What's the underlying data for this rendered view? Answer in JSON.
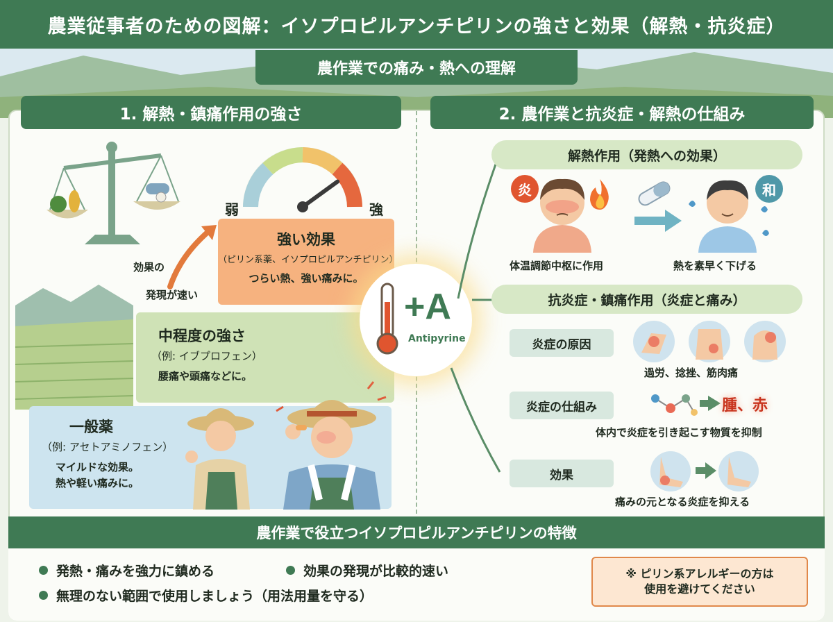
{
  "title": "農業従事者のための図解：イソプロピルアンチピリンの強さと効果（解熱・抗炎症）",
  "subtitle": "農作業での痛み・熱への理解",
  "section1": {
    "heading": "1. 解熱・鎮痛作用の強さ",
    "gauge": {
      "weak_label": "弱",
      "strong_label": "強",
      "level": 0.8
    },
    "speed_label_line1": "効果の",
    "speed_label_line2": "発現が速い",
    "strong": {
      "title": "強い効果",
      "sub": "（ピリン系薬、イソプロピルアンチピリン）",
      "body": "つらい熱、強い痛みに。"
    },
    "medium": {
      "title": "中程度の強さ",
      "sub": "（例: イブプロフェン）",
      "body": "腰痛や頭痛などに。"
    },
    "general": {
      "title": "一般薬",
      "sub": "（例: アセトアミノフェン）",
      "body1": "マイルドな効果。",
      "body2": "熱や軽い痛みに。"
    }
  },
  "center": {
    "plus_a": "+A",
    "name": "Antipyrine"
  },
  "section2": {
    "heading": "2. 農作業と抗炎症・解熱の仕組み",
    "antipyretic": {
      "title": "解熱作用（発熱への効果）",
      "badge_hot": "炎",
      "badge_calm": "和",
      "caption_left": "体温調節中枢に作用",
      "caption_right": "熱を素早く下げる"
    },
    "antiinflammatory": {
      "title": "抗炎症・鎮痛作用（炎症と痛み）",
      "cause_label": "炎症の原因",
      "cause_caption": "過労、捻挫、筋肉痛",
      "mechanism_label": "炎症の仕組み",
      "mechanism_result": "腫、赤",
      "mechanism_caption": "体内で炎症を引き起こす物質を抑制",
      "effect_label": "効果",
      "effect_caption": "痛みの元となる炎症を抑える"
    }
  },
  "features": {
    "heading": "農作業で役立つイソプロピルアンチピリンの特徴",
    "items": [
      "発熱・痛みを強力に鎮める",
      "効果の発現が比較的速い",
      "無理のない範囲で使用しましょう（用法用量を守る）"
    ],
    "warning_line1": "※ ピリン系アレルギーの方は",
    "warning_line2": "使用を避けてください"
  },
  "colors": {
    "primary": "#3f7a54",
    "strong": "#f6b27f",
    "medium": "#cfe2b6",
    "general": "#cde4ef",
    "hot": "#e0552f",
    "calm": "#4f98a8"
  }
}
